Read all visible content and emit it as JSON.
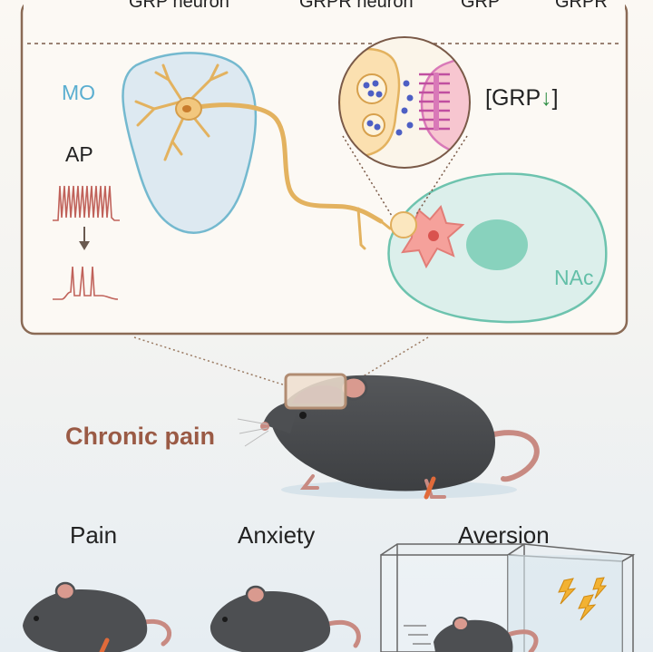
{
  "legend": [
    {
      "icon": "grp-neuron-icon",
      "label": "GRP neuron"
    },
    {
      "icon": "grpr-neuron-icon",
      "label": "GRPR neuron"
    },
    {
      "icon": "grp-dot-icon",
      "label": "GRP"
    },
    {
      "icon": "grpr-receptor-icon",
      "label": "GRPR"
    }
  ],
  "panel": {
    "mo_label": "MO",
    "ap_label": "AP",
    "grp_change": {
      "text": "[GRP",
      "arrow": "↓",
      "close": "]"
    },
    "nac_label": "NAc"
  },
  "main": {
    "condition_label": "Chronic pain"
  },
  "outcomes": [
    {
      "label": "Pain"
    },
    {
      "label": "Anxiety"
    },
    {
      "label": "Aversion"
    }
  ],
  "colors": {
    "panel_border": "#8a6a55",
    "mo_region": "#dde9f1",
    "nac_region": "#dcefeb",
    "grp_neuron": "#f2c77e",
    "grpr_neuron": "#f19a96",
    "grp_dot": "#4d5fc4",
    "grpr_receptor": "#d979b8",
    "mouse_body": "#4d4f52",
    "mouse_tail": "#c88a82",
    "condition_text": "#9a5a45",
    "decrease_arrow": "#2f8f45"
  }
}
